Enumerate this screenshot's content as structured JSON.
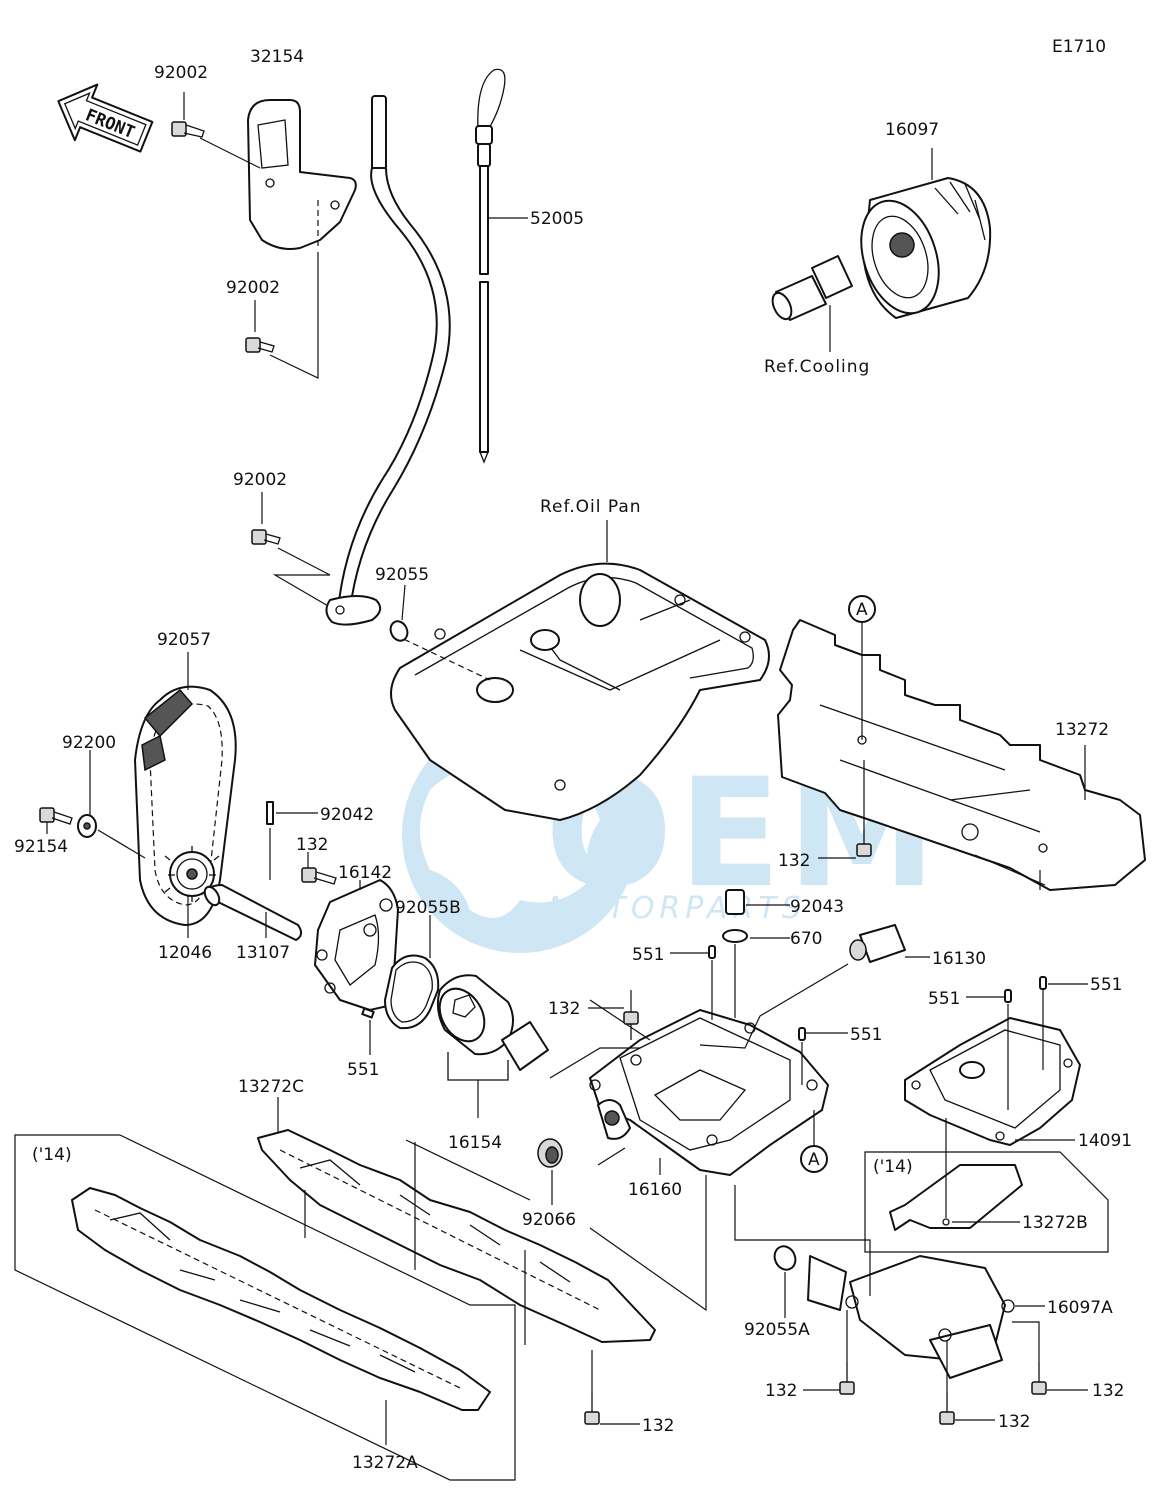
{
  "diagram_code": "E1710",
  "references": {
    "cooling": "Ref.Cooling",
    "oil_pan": "Ref.Oil Pan"
  },
  "front_arrow_text": "FRONT",
  "marker_a": "A",
  "year_tag": "('14)",
  "watermark": {
    "brand": "OEM",
    "sub": "MOTORPARTS",
    "color": "#2b8fd6"
  },
  "labels": {
    "p32154": "32154",
    "p92002_a": "92002",
    "p92002_b": "92002",
    "p92002_c": "92002",
    "p16097": "16097",
    "p52005": "52005",
    "p92055": "92055",
    "p92057": "92057",
    "p92200": "92200",
    "p92154": "92154",
    "p92042": "92042",
    "p132_a": "132",
    "p16142": "16142",
    "p92055B": "92055B",
    "p12046": "12046",
    "p13107": "13107",
    "p551_a": "551",
    "p13272": "13272",
    "p132_b": "132",
    "p92043": "92043",
    "p670": "670",
    "p551_b": "551",
    "p16130": "16130",
    "p551_c": "551",
    "p551_d": "551",
    "p132_c": "132",
    "p551_e": "551",
    "p16154": "16154",
    "p13272C": "13272C",
    "p14091": "14091",
    "p92066": "92066",
    "p16160": "16160",
    "p13272B": "13272B",
    "p16097A": "16097A",
    "p92055A": "92055A",
    "p132_d": "132",
    "p132_e": "132",
    "p132_f": "132",
    "p132_g": "132",
    "p13272A": "13272A"
  }
}
